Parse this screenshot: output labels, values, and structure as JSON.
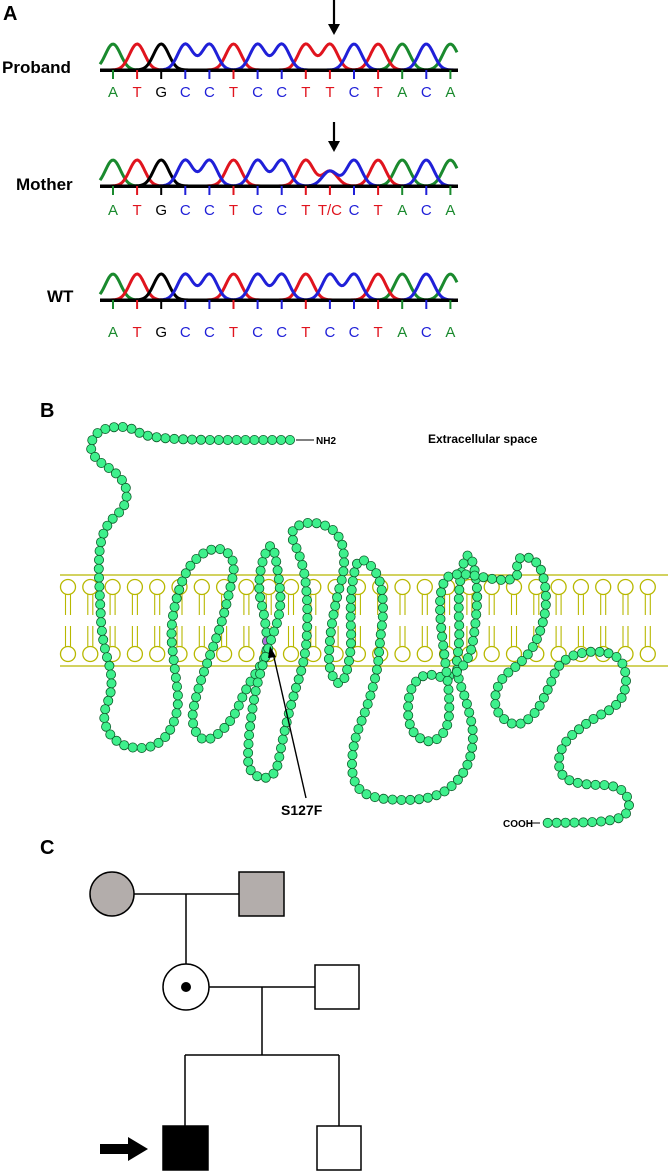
{
  "colors": {
    "A": "#1a8a2e",
    "T": "#e0141e",
    "G": "#000000",
    "C": "#2020d8",
    "membrane": "#b8b800",
    "residue": "#3ef08c",
    "residue_stroke": "#0d5c2a",
    "mutant": "#b06ad8",
    "affected": "#b3adab"
  },
  "panel_a": {
    "letter": "A",
    "rows": [
      {
        "label": "Proband",
        "bases": [
          "A",
          "T",
          "G",
          "C",
          "C",
          "T",
          "C",
          "C",
          "T",
          "T",
          "C",
          "T",
          "A",
          "C",
          "A"
        ],
        "arrow_at": 9
      },
      {
        "label": "Mother",
        "bases": [
          "A",
          "T",
          "G",
          "C",
          "C",
          "T",
          "C",
          "C",
          "T",
          "T/C",
          "C",
          "T",
          "A",
          "C",
          "A"
        ],
        "arrow_at": 9
      },
      {
        "label": "WT",
        "bases": [
          "A",
          "T",
          "G",
          "C",
          "C",
          "T",
          "C",
          "C",
          "T",
          "C",
          "C",
          "T",
          "A",
          "C",
          "A"
        ]
      }
    ]
  },
  "panel_b": {
    "letter": "B",
    "extracellular_label": "Extracellular space",
    "nterm_label": "NH2",
    "cterm_label": "COOH",
    "mutation_label": "S127F"
  },
  "panel_c": {
    "letter": "C"
  }
}
